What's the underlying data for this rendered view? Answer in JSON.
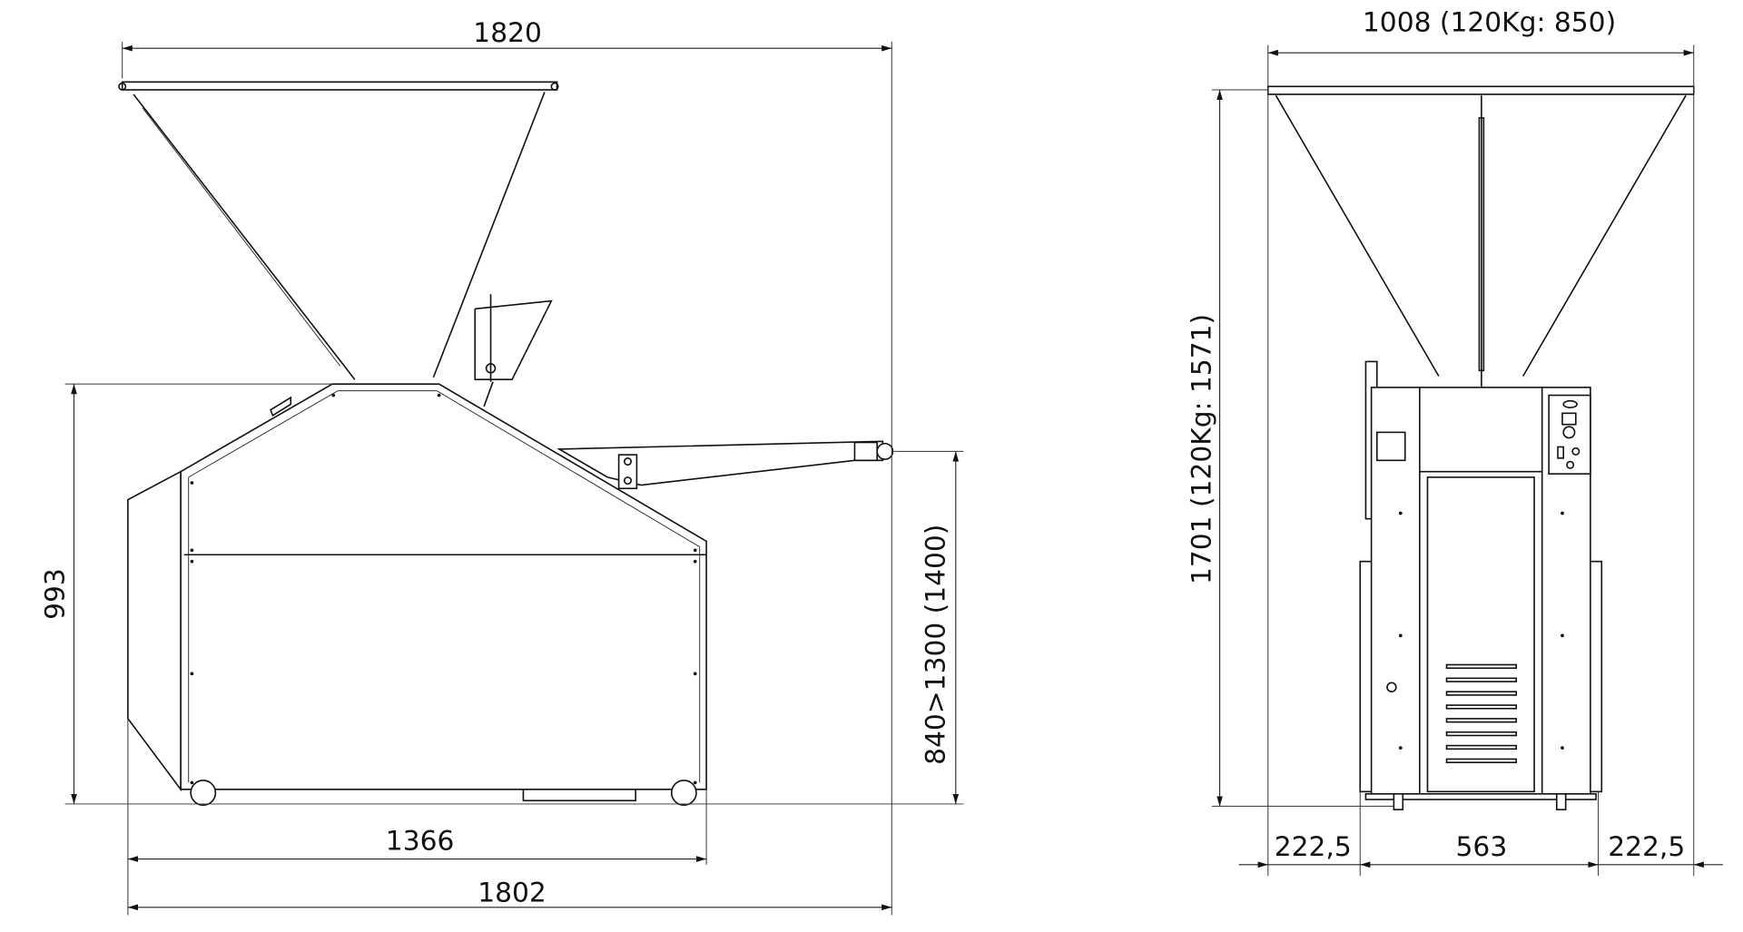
{
  "side_view": {
    "overall_length_top": "1820",
    "height_body": "993",
    "outlet_height": "840>1300 (1400)",
    "body_length": "1366",
    "overall_length_bottom": "1802"
  },
  "front_view": {
    "hopper_width": "1008  (120Kg: 850)",
    "total_height": "1701 (120Kg: 1571)",
    "left_offset": "222,5",
    "body_width": "563",
    "right_offset": "222,5"
  }
}
